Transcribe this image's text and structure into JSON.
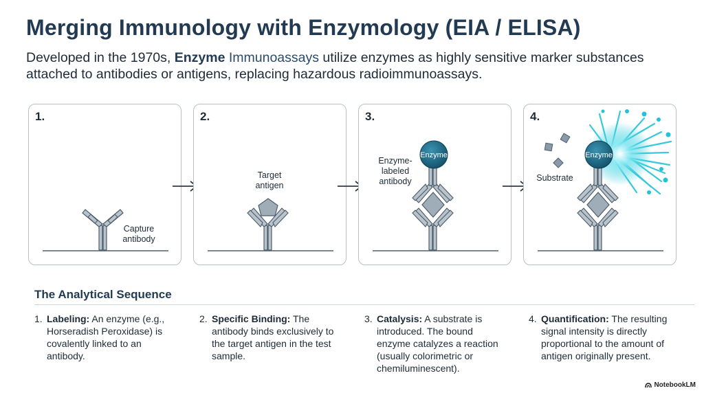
{
  "title": "Merging Immunology with Enzymology (EIA / ELISA)",
  "subtitle": {
    "part1": "Developed in the 1970s, ",
    "bold1": "Enzyme",
    "part2": " Immunoassays",
    "part3": " utilize enzymes as highly sensitive marker substances attached to antibodies or antigens, replacing hazardous radioimmunoassays."
  },
  "panels": [
    {
      "number": "1.",
      "label_line1": "Capture",
      "label_line2": "antibody"
    },
    {
      "number": "2.",
      "label_line1": "Target",
      "label_line2": "antigen"
    },
    {
      "number": "3.",
      "label_line1": "Enzyme-",
      "label_line2": "labeled",
      "label_line3": "antibody",
      "enzyme": "Enzyme"
    },
    {
      "number": "4.",
      "label_line1": "Substrate",
      "enzyme": "Enzyme"
    }
  ],
  "sequence": {
    "heading": "The Analytical Sequence",
    "steps": [
      {
        "number": "1.",
        "heading": "Labeling:",
        "text": " An enzyme (e.g., Horseradish Peroxidase) is covalently linked to an antibody."
      },
      {
        "number": "2.",
        "heading": "Specific Binding:",
        "text": " The antibody binds exclusively to the target antigen in the test sample."
      },
      {
        "number": "3.",
        "heading": "Catalysis:",
        "text": " A substrate is introduced. The bound enzyme catalyzes a reaction (usually colorimetric or chemiluminescent)."
      },
      {
        "number": "4.",
        "heading": "Quantification:",
        "text": " The resulting signal intensity is directly proportional to the amount of antigen originally present."
      }
    ]
  },
  "brand": "NotebookLM",
  "colors": {
    "title": "#223a52",
    "antibody_fill": "#b9c3cc",
    "antibody_stroke": "#4e5d6b",
    "enzyme": "#1f6f8b",
    "signal": "#22c3d6",
    "panel_border": "#b7c0c8"
  }
}
